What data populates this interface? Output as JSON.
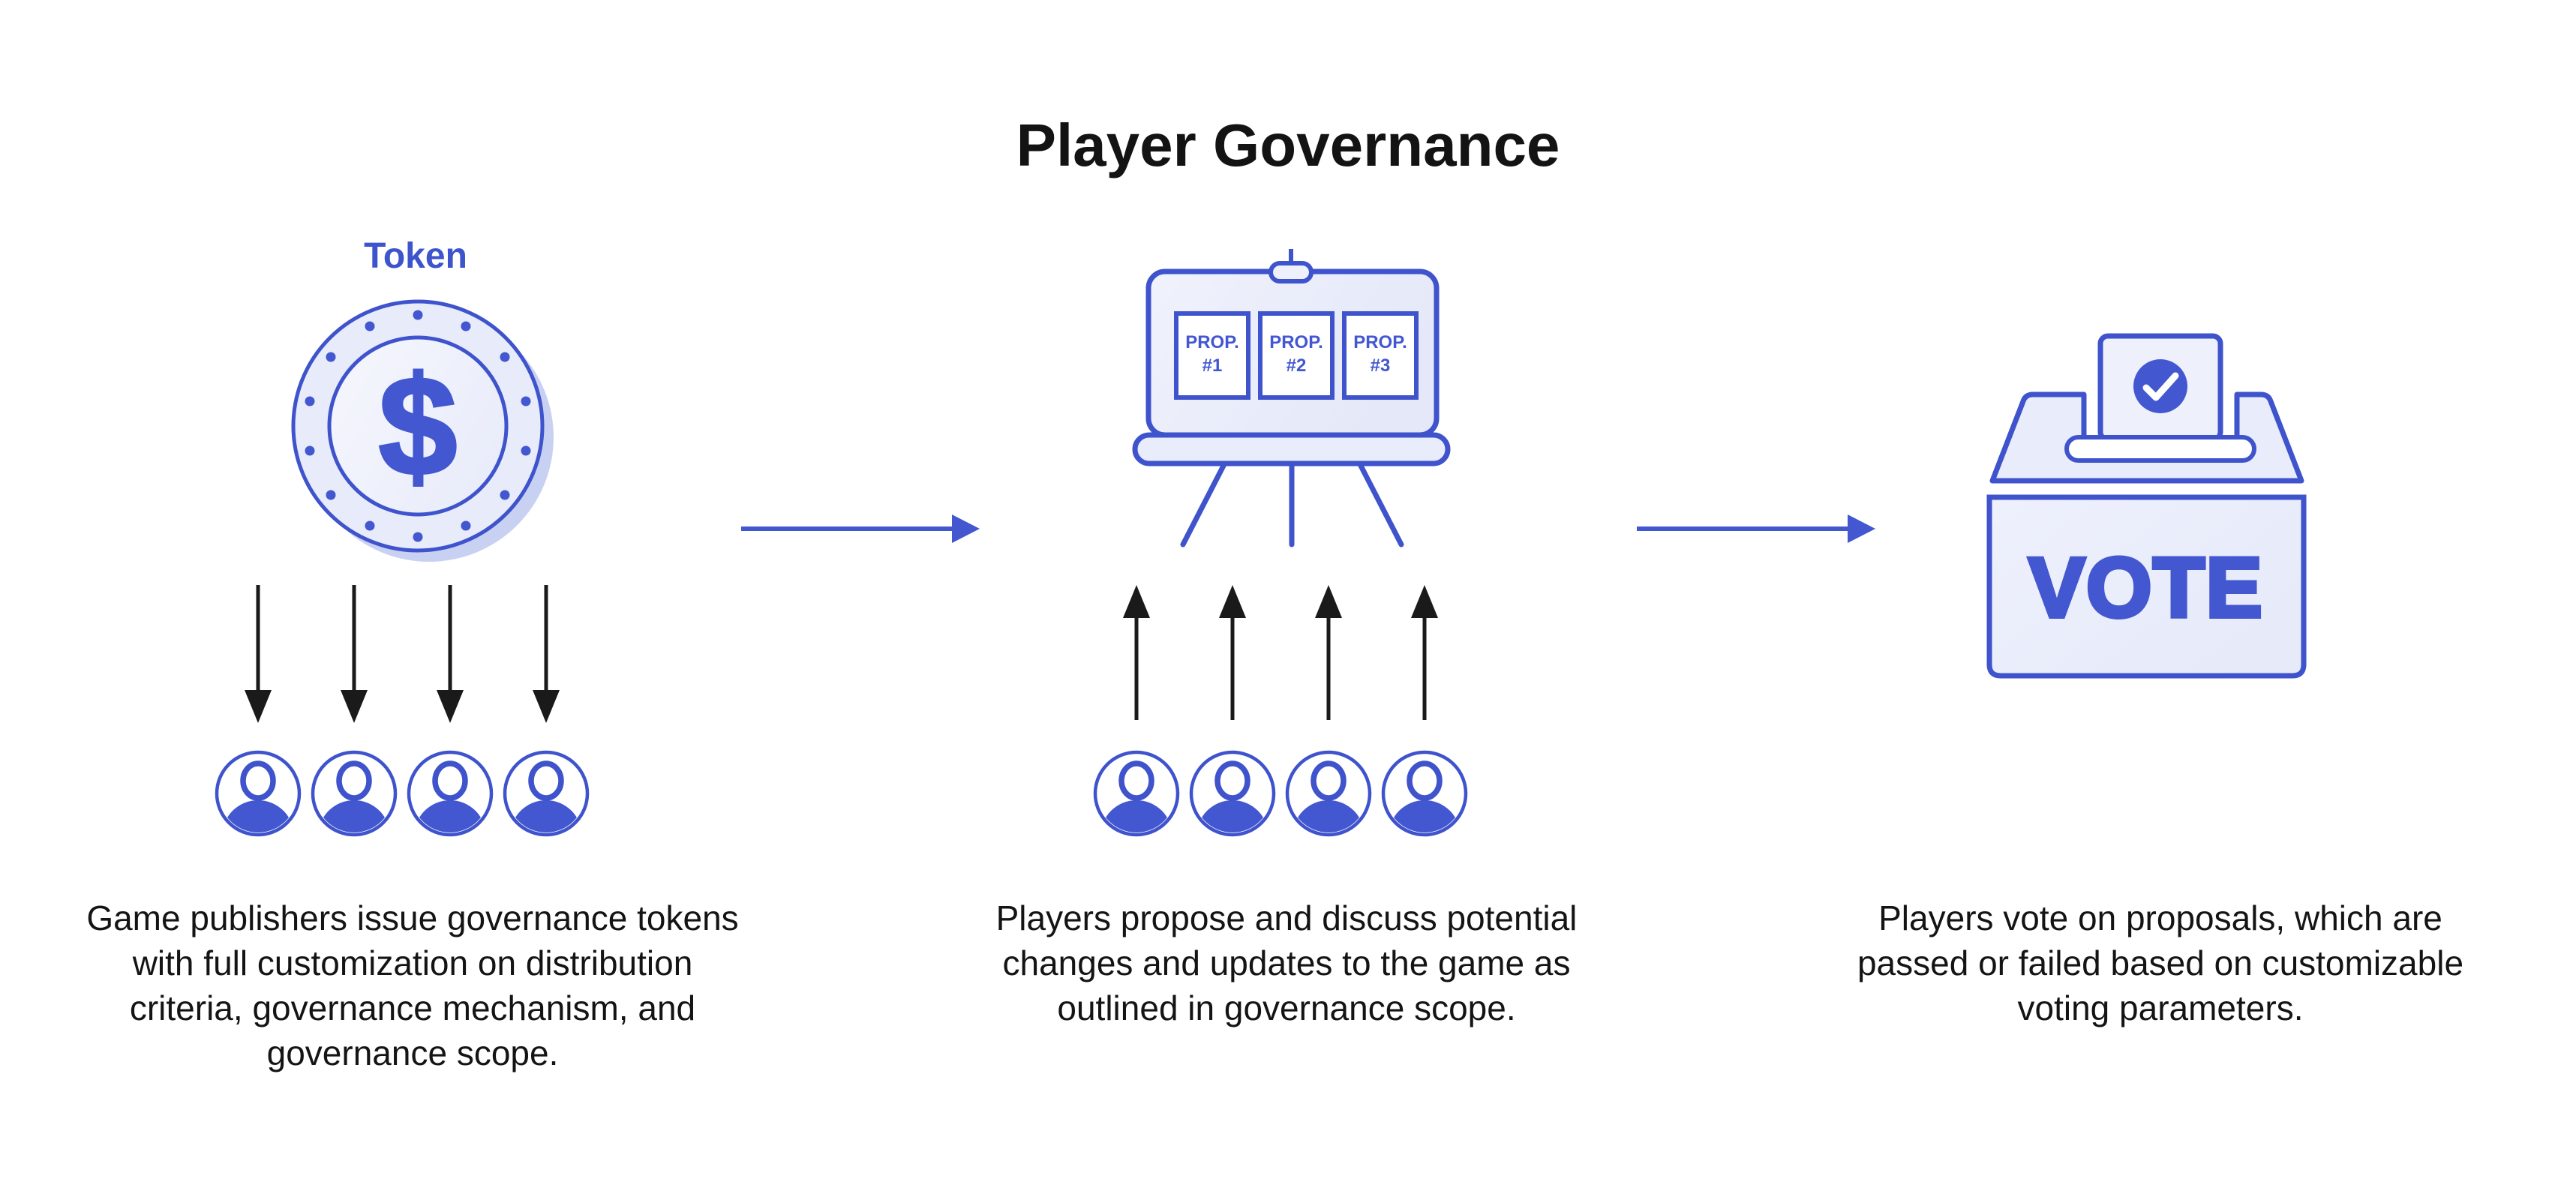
{
  "title": "Player Governance",
  "palette": {
    "blue_stroke": "#3e53cc",
    "blue_solid": "#4257d0",
    "light_fill": "#e9ecfa",
    "lighter_fill": "#f2f4fc",
    "coin_shadow": "#c9d1f3",
    "arrow_black": "#1a1a1a",
    "text_black": "#141414"
  },
  "stages": {
    "token": {
      "label": "Token",
      "coin_symbol": "$",
      "description_lines": [
        "Game publishers issue governance tokens",
        "with full customization on distribution",
        "criteria, governance mechanism, and",
        "governance scope."
      ]
    },
    "proposals": {
      "cards": [
        {
          "line1": "PROP.",
          "line2": "#1"
        },
        {
          "line1": "PROP.",
          "line2": "#2"
        },
        {
          "line1": "PROP.",
          "line2": "#3"
        }
      ],
      "description_lines": [
        "Players propose and discuss potential",
        "changes and updates to the game as",
        "outlined in governance scope."
      ]
    },
    "vote": {
      "box_label": "VOTE",
      "description_lines": [
        "Players vote on proposals, which are",
        "passed or failed based on customizable",
        "voting parameters."
      ]
    }
  }
}
